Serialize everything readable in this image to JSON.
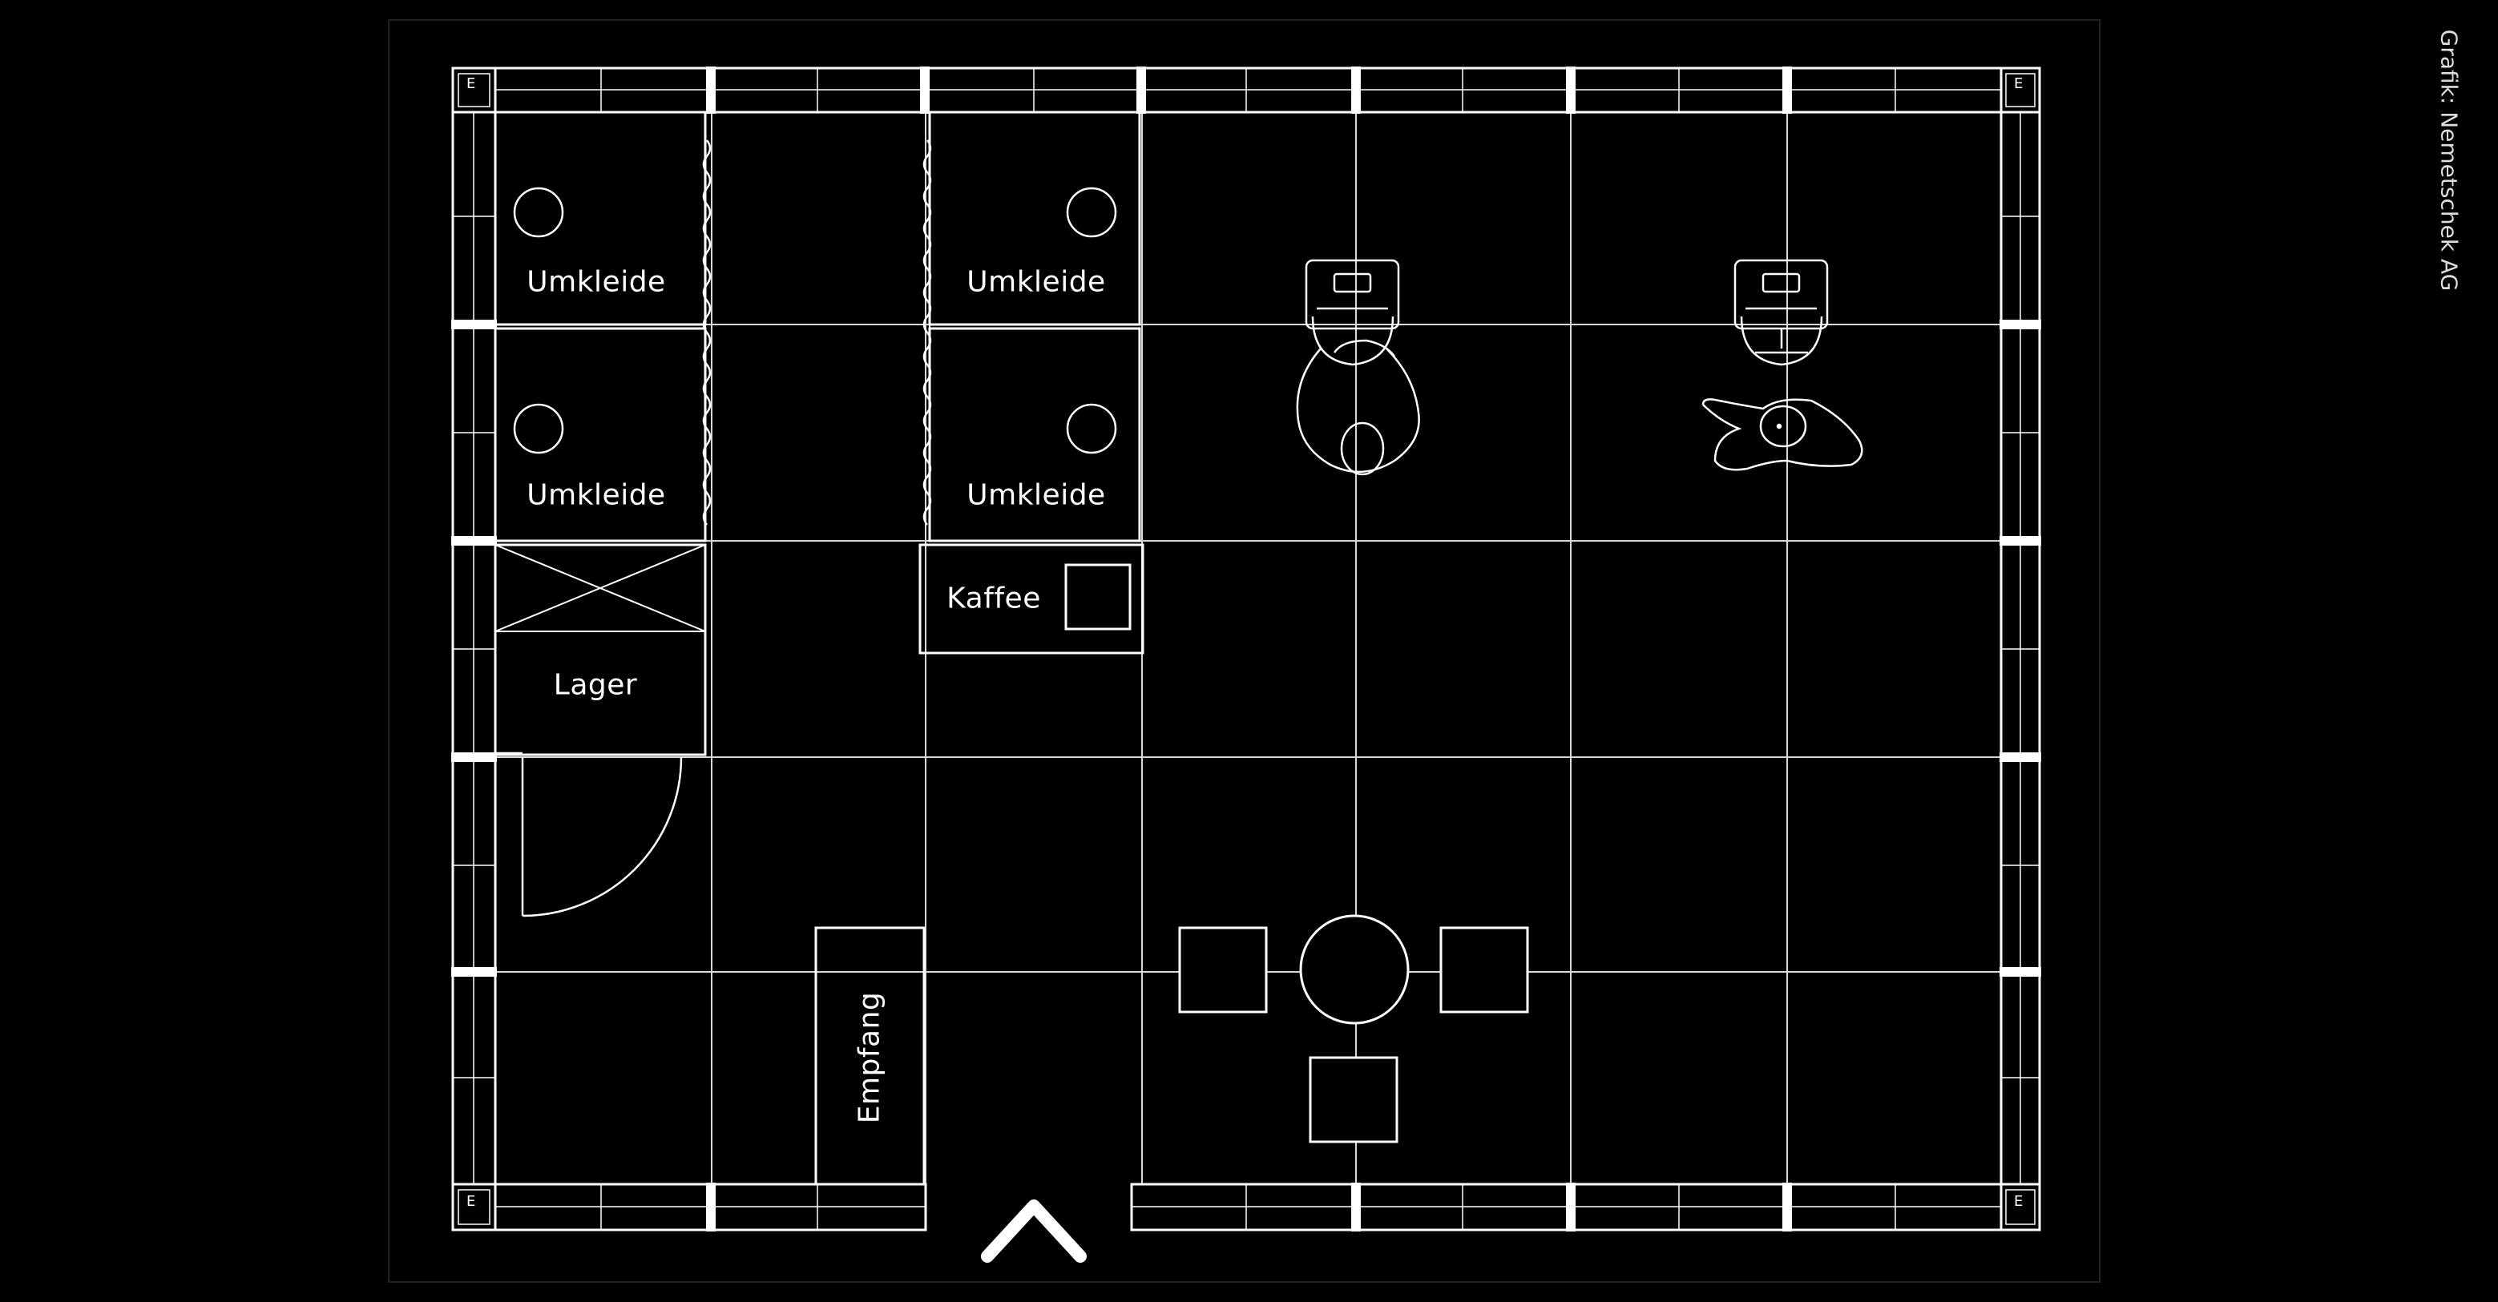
{
  "rooms": {
    "changing_1": "Umkleide",
    "changing_2": "Umkleide",
    "changing_3": "Umkleide",
    "changing_4": "Umkleide",
    "coffee": "Kaffee",
    "storage": "Lager",
    "reception": "Empfang"
  },
  "credit": "Grafik: Nemetschek AG",
  "corner_marks": [
    "E",
    "E",
    "E",
    "E"
  ],
  "icons": {
    "entrance": "chevron-up-icon",
    "workstation": "desk-with-monitor-icon",
    "person": "person-topview-icon",
    "table": "round-table-icon",
    "chair": "square-chair-icon"
  },
  "colors": {
    "background": "#000000",
    "lines": "#ffffff",
    "text": "#ffffff"
  }
}
